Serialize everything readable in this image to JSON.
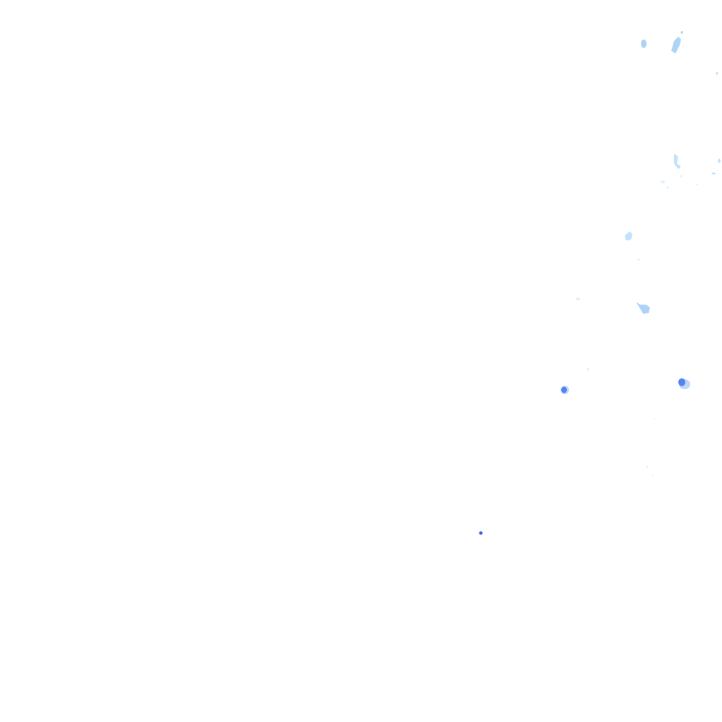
{
  "map": {
    "background_color": "#ffffff",
    "intensity_levels": {
      "very_light": "#dcefff",
      "light": "#bfe0fb",
      "light_mid": "#a9d2f7",
      "moderate": "#8ab8f2",
      "heavy": "#4f7df0",
      "very_heavy": "#2d55e6"
    },
    "echo_cells": [
      {
        "id": "echo-north-1",
        "level": "light_mid"
      },
      {
        "id": "echo-north-2",
        "level": "light_mid"
      },
      {
        "id": "echo-north-3",
        "level": "light"
      },
      {
        "id": "echo-east-1",
        "level": "light"
      },
      {
        "id": "echo-east-2",
        "level": "very_light"
      },
      {
        "id": "echo-east-3",
        "level": "very_light"
      },
      {
        "id": "echo-central-1",
        "level": "light"
      },
      {
        "id": "echo-central-2",
        "level": "light_mid"
      },
      {
        "id": "echo-central-3",
        "level": "very_light"
      },
      {
        "id": "echo-storm-west",
        "level": "heavy"
      },
      {
        "id": "echo-storm-east",
        "level": "heavy"
      },
      {
        "id": "echo-south-point",
        "level": "very_heavy"
      }
    ]
  }
}
